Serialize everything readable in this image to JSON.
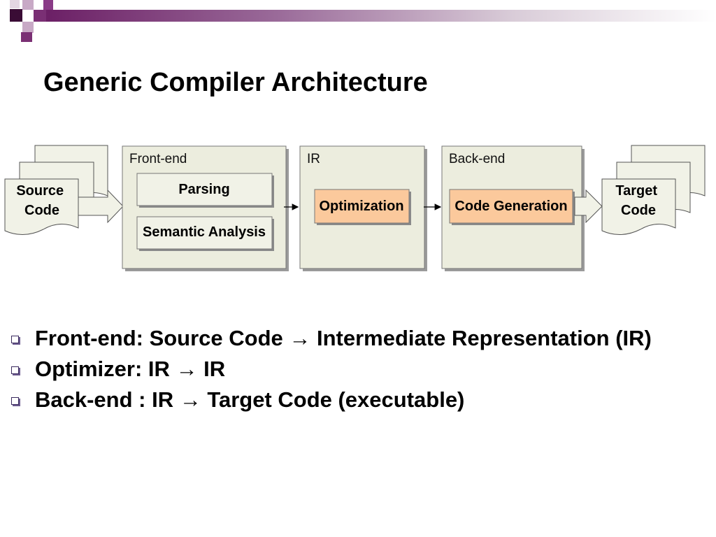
{
  "title": "Generic Compiler Architecture",
  "diagram": {
    "source_label": [
      "Source",
      "Code"
    ],
    "target_label": [
      "Target",
      "Code"
    ],
    "stages": [
      {
        "title": "Front-end",
        "boxes": [
          "Parsing",
          "Semantic Analysis"
        ]
      },
      {
        "title": "IR",
        "boxes": [
          "Optimization"
        ]
      },
      {
        "title": "Back-end",
        "boxes": [
          "Code Generation"
        ]
      }
    ]
  },
  "bullets": [
    "Front-end: Source Code → Intermediate Representation (IR)",
    "Optimizer: IR → IR",
    "Back-end : IR → Target Code (executable)"
  ],
  "colors": {
    "header_dark": "#5a1252",
    "header_mid": "#8a3b87",
    "panel_fill": "#ecedde",
    "box_fill": "#f1f2e7",
    "highlight_fill": "#fbc99c"
  }
}
